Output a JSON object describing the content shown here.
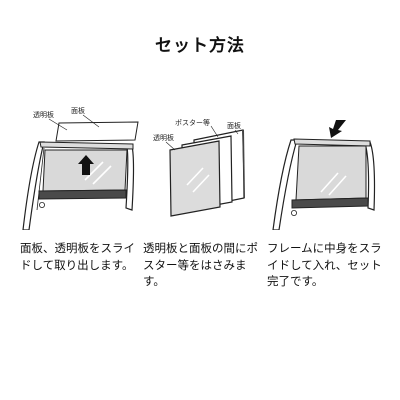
{
  "title": "セット方法",
  "steps": [
    {
      "labels": {
        "transparent_board": "透明板",
        "face_board": "面板"
      },
      "text": "面板、透明板をスライドして取り出します。"
    },
    {
      "labels": {
        "poster": "ポスター等",
        "transparent_board": "透明板",
        "face_board": "面板"
      },
      "text": "透明板と面板の間にポスター等をはさみます。"
    },
    {
      "labels": {},
      "text": "フレームに中身をスライドして入れ、セット完了です。"
    }
  ]
}
